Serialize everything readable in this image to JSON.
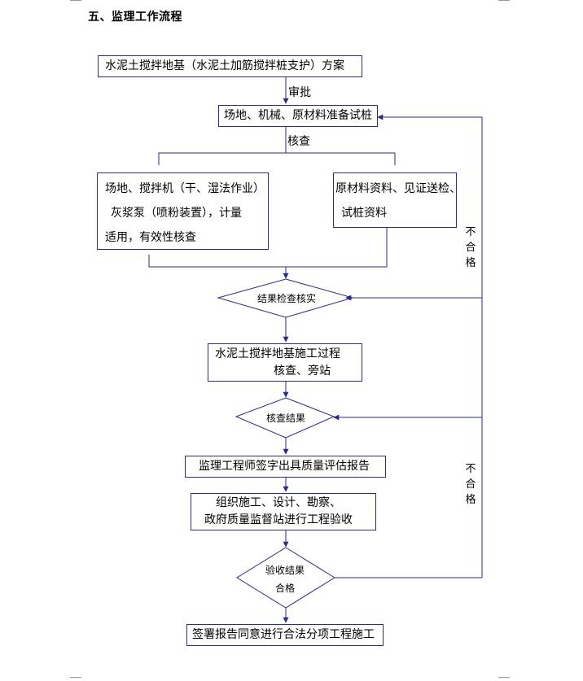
{
  "heading": "五、监理工作流程",
  "steps": {
    "plan": "水泥土搅拌地基（水泥土加筋搅拌桩支护）方案",
    "prep": "场地、机械、原材料准备试桩",
    "left_box": {
      "line1": "场地、搅拌机（干、湿法作业）",
      "line2": "灰浆泵（喷粉装置），计量",
      "line3": "适用，有效性核查"
    },
    "right_box": {
      "line1": "原材料资料、见证送检、",
      "line2": "试桩资料"
    },
    "check_result": "结果检查核实",
    "process": {
      "line1": "水泥土搅拌地基施工过程",
      "line2": "核查、旁站"
    },
    "verify_result": "核查结果",
    "report": "监理工程师签字出具质量评估报告",
    "acceptance": {
      "line1": "组织施工、设计、勘察、",
      "line2": "政府质量监督站进行工程验收"
    },
    "acceptance_result": {
      "line1": "验收结果",
      "line2": "合格"
    },
    "final": "签署报告同意进行合法分项工程施工"
  },
  "labels": {
    "approve": "审批",
    "inspect": "核查",
    "fail_1": [
      "不",
      "合",
      "格"
    ],
    "fail_2": [
      "不",
      "合",
      "格"
    ]
  },
  "colors": {
    "line": "#2b2b8a",
    "box_border": "#2b2b8a"
  }
}
